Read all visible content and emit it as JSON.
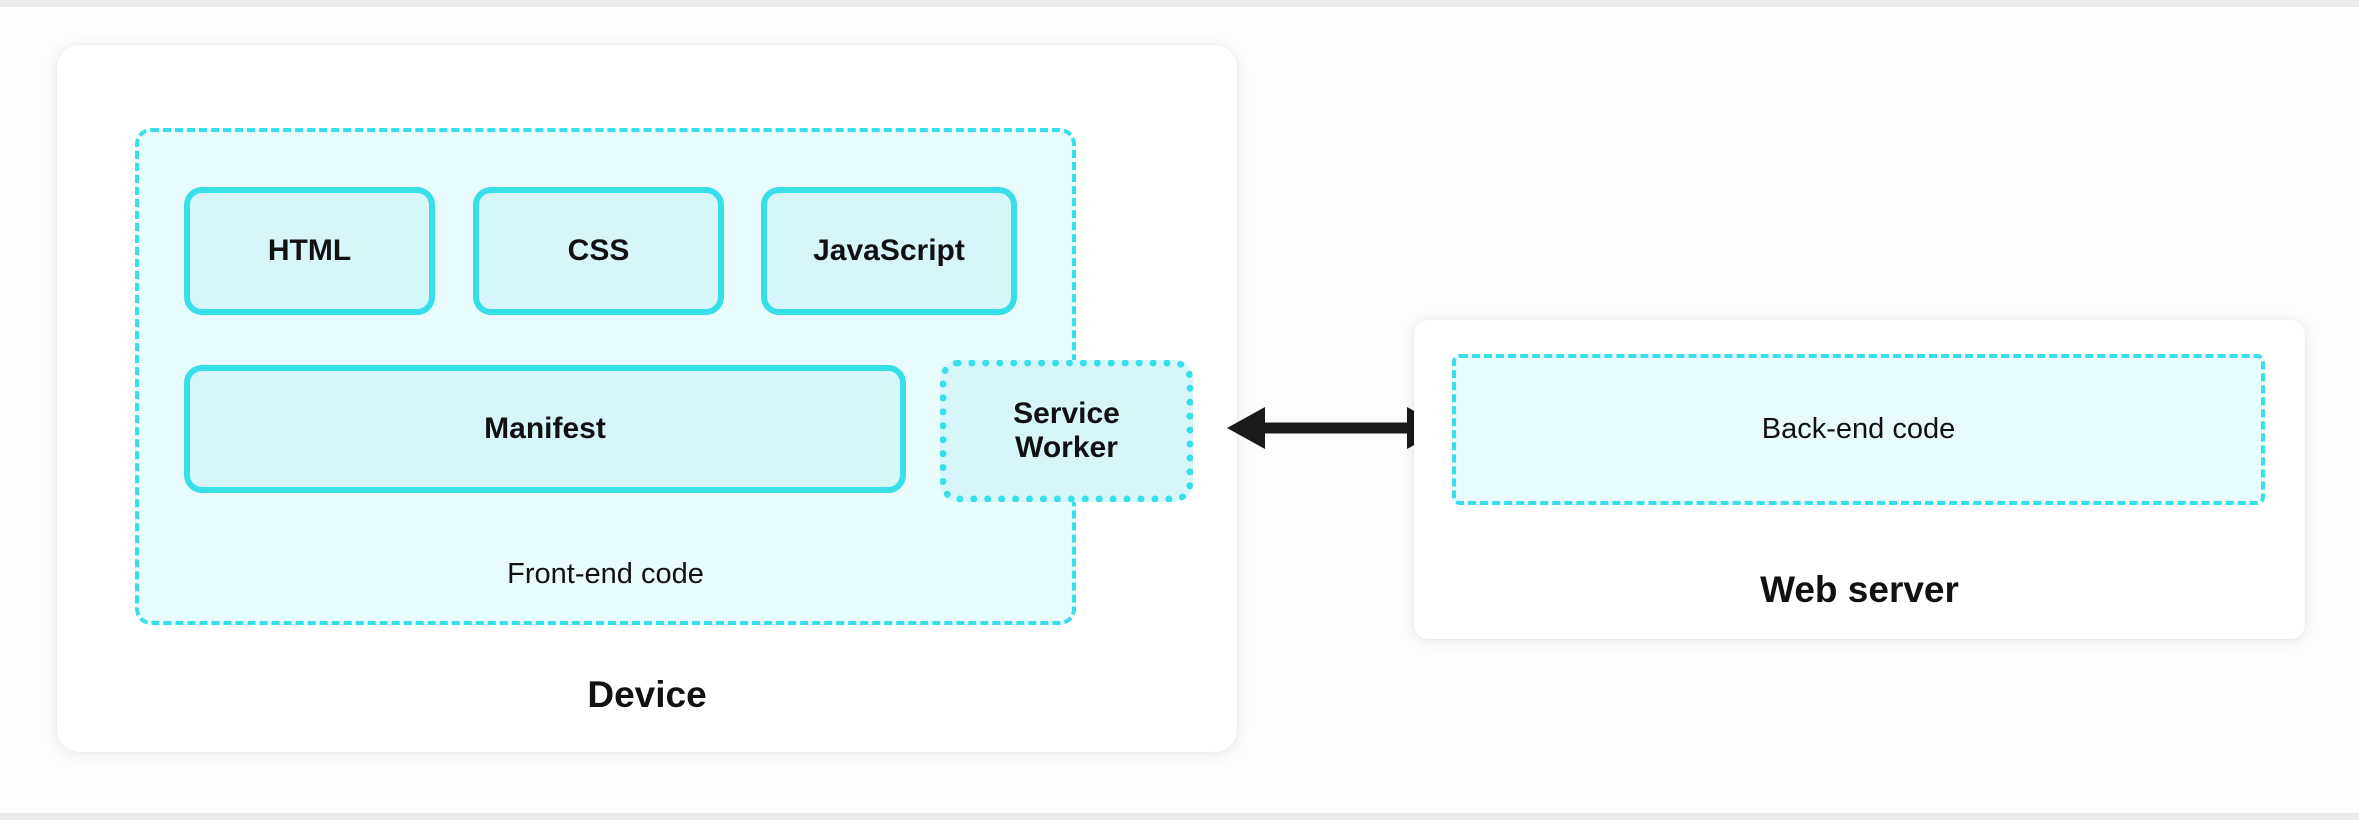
{
  "diagram": {
    "device": {
      "label": "Device",
      "frontend": {
        "label": "Front-end code",
        "boxes": [
          "HTML",
          "CSS",
          "JavaScript"
        ],
        "manifest_label": "Manifest",
        "service_worker_label": "Service Worker"
      }
    },
    "server": {
      "label": "Web server",
      "backend_label": "Back-end code"
    },
    "colors": {
      "cyan_border": "#38dfe8",
      "box_fill": "#d7f6fa",
      "container_fill": "#e8fbfd",
      "arrow": "#1a1a1a",
      "card_background": "#ffffff"
    }
  }
}
